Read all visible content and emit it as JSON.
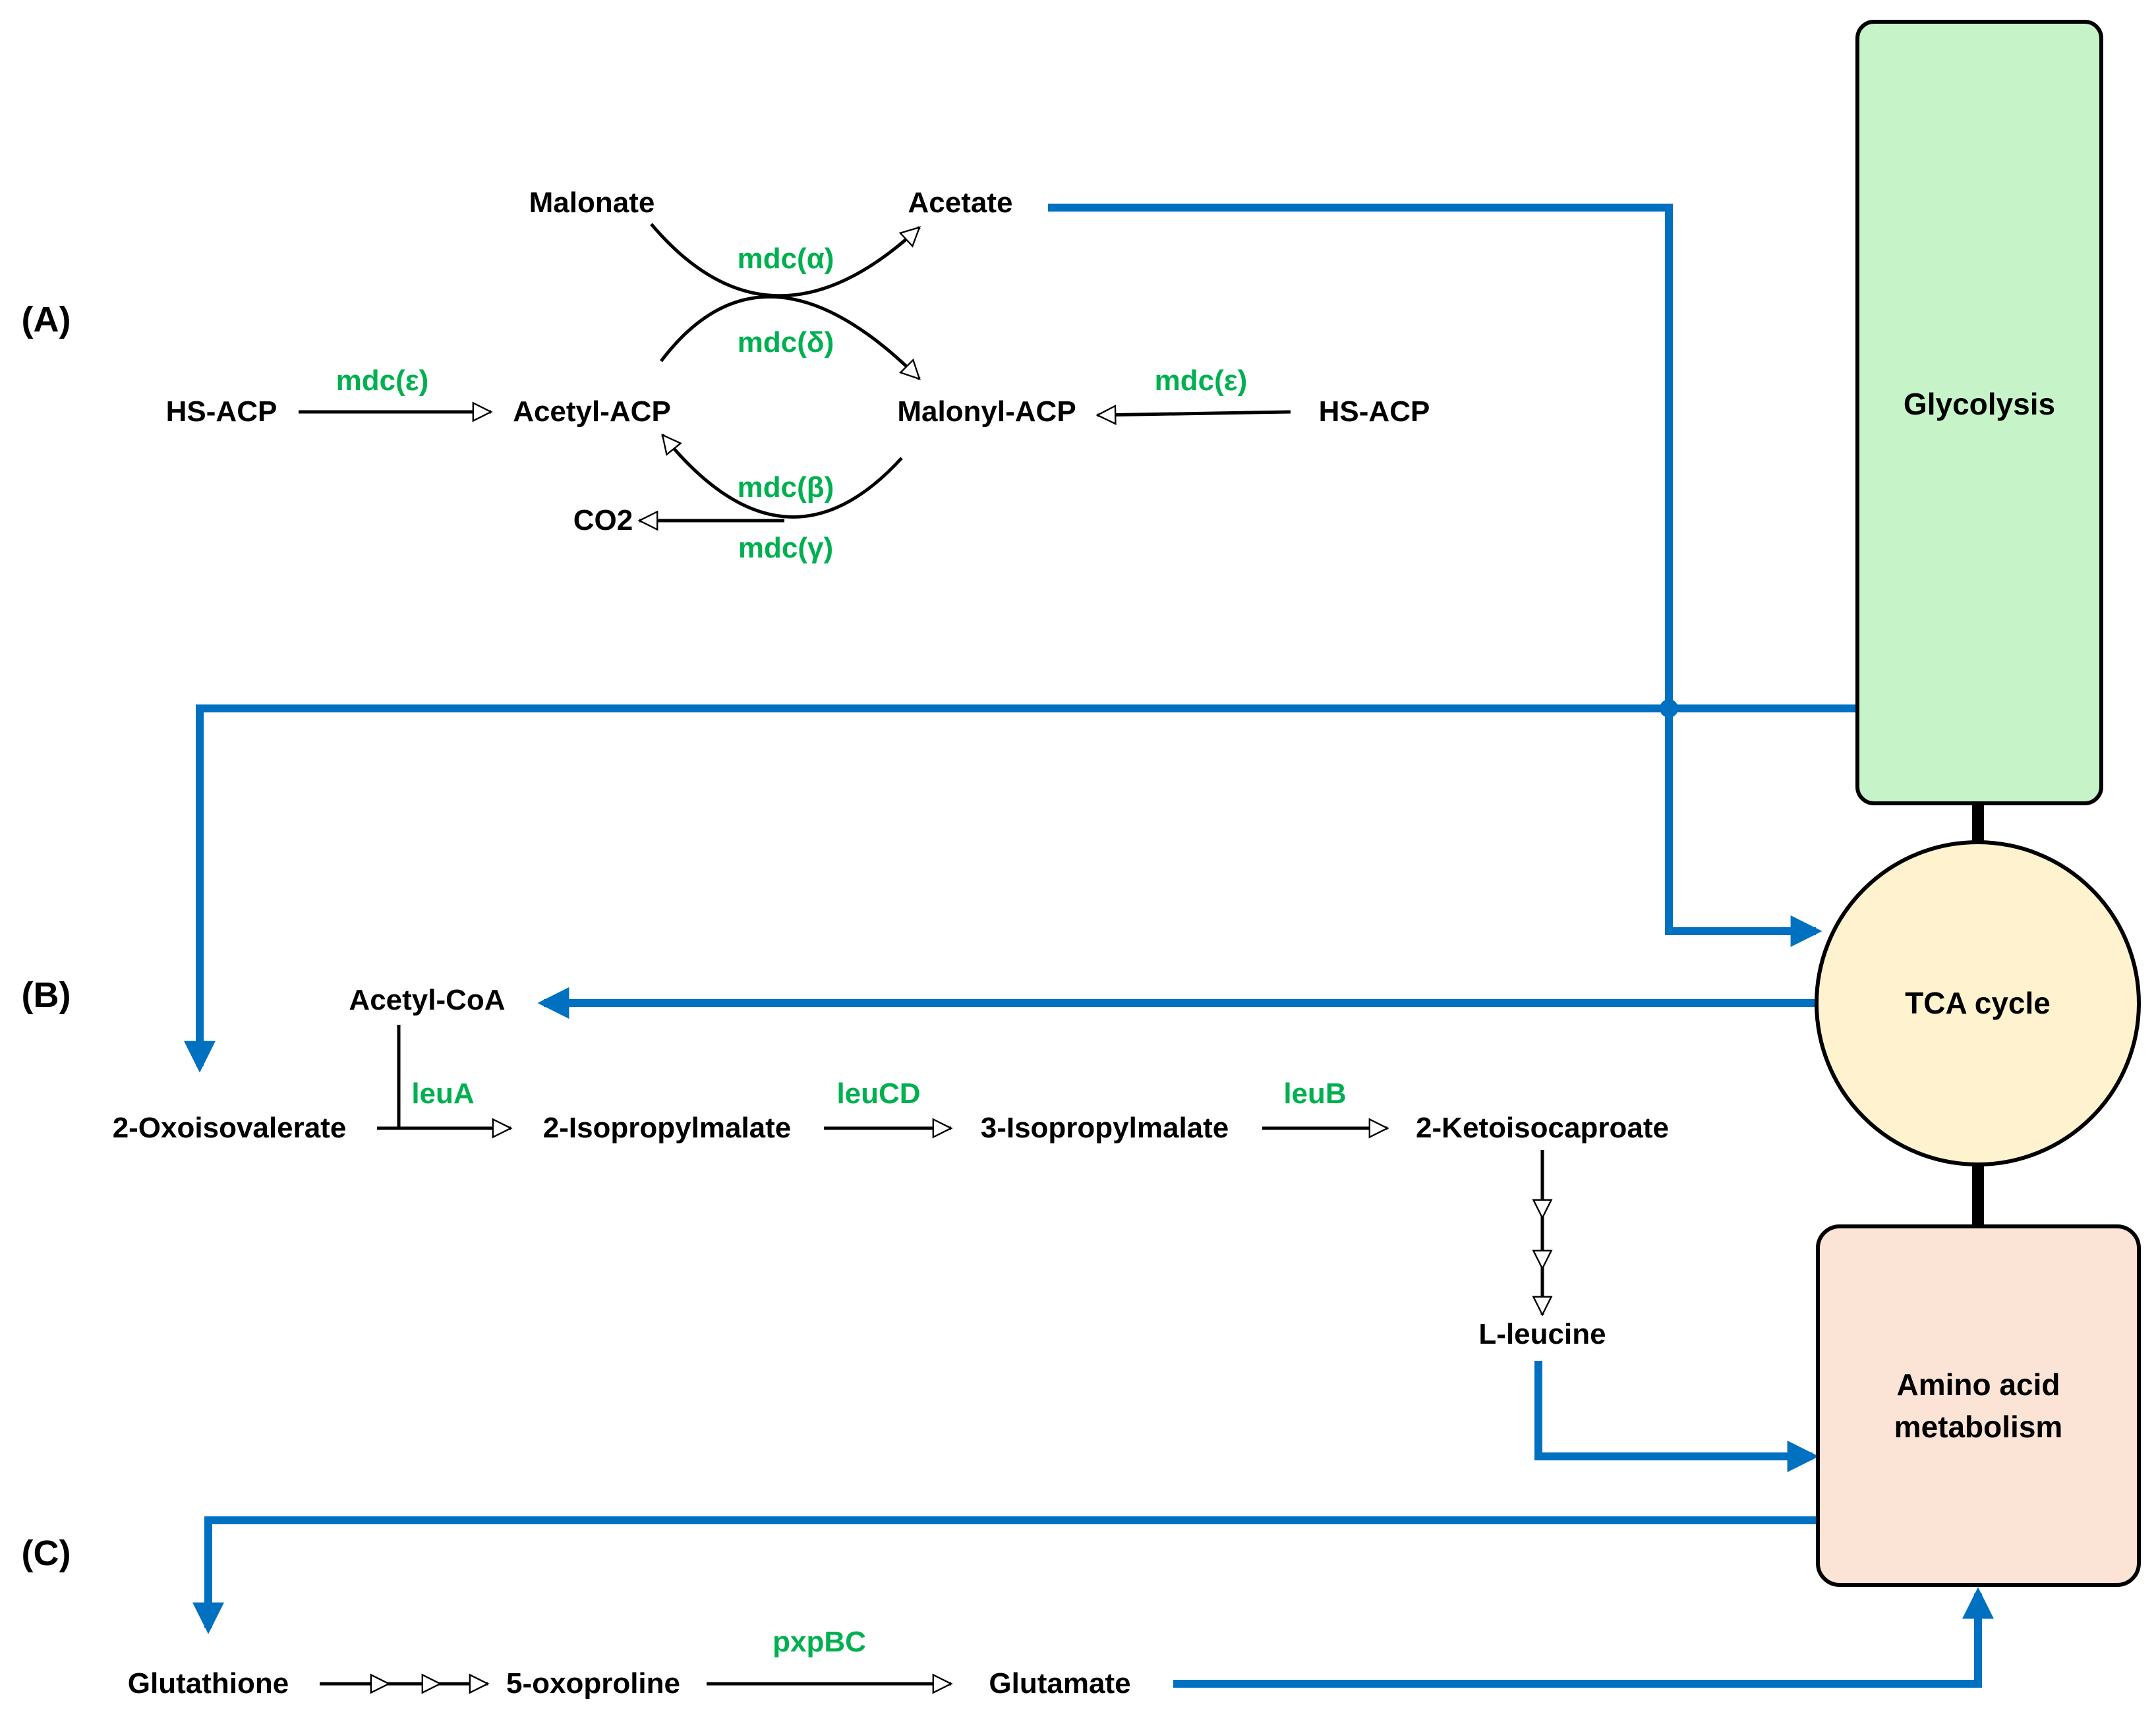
{
  "sections": {
    "a": "(A)",
    "b": "(B)",
    "c": "(C)"
  },
  "boxes": {
    "glycolysis": {
      "label": "Glycolysis",
      "color": "#c6f3c8"
    },
    "tca": {
      "label": "TCA cycle",
      "color": "#fff3cf"
    },
    "amino": {
      "line1": "Amino acid",
      "line2": "metabolism",
      "color": "#fbe3d6"
    }
  },
  "panel_a": {
    "malonate": "Malonate",
    "acetate": "Acetate",
    "hs_acp_left": "HS-ACP",
    "acetyl_acp": "Acetyl-ACP",
    "malonyl_acp": "Malonyl-ACP",
    "hs_acp_right": "HS-ACP",
    "co2": "CO2",
    "mdc_alpha": "mdc(α)",
    "mdc_delta": "mdc(δ)",
    "mdc_epsilon_left": "mdc(ε)",
    "mdc_epsilon_right": "mdc(ε)",
    "mdc_beta": "mdc(β)",
    "mdc_gamma": "mdc(γ)"
  },
  "panel_b": {
    "acetyl_coa": "Acetyl-CoA",
    "oxoisovalerate": "2-Oxoisovalerate",
    "isopropylmalate_2": "2-Isopropylmalate",
    "isopropylmalate_3": "3-Isopropylmalate",
    "ketoisocaproate": "2-Ketoisocaproate",
    "leucine": "L-leucine",
    "leuA": "leuA",
    "leuCD": "leuCD",
    "leuB": "leuB"
  },
  "panel_c": {
    "glutathione": "Glutathione",
    "oxoproline": "5-oxoproline",
    "glutamate": "Glutamate",
    "pxpBC": "pxpBC"
  },
  "colors": {
    "flow_arrow": "#0070c0",
    "enzyme_text": "#00b050",
    "reaction_line": "#000000"
  }
}
